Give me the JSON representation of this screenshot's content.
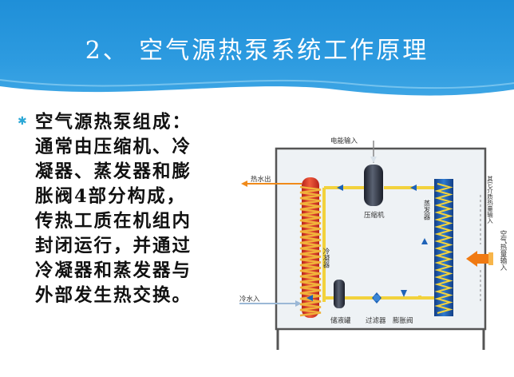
{
  "slide": {
    "title": "2、 空气源热泵系统工作原理",
    "body_lines": [
      "空气源热泵组成：",
      "通常由压缩机、冷",
      "凝器、蒸发器和膨",
      "胀阀4部分构成，",
      "传热工质在机组内",
      "封闭运行，并通过",
      "冷凝器和蒸发器与",
      "外部发生热交换。"
    ]
  },
  "diagram": {
    "labels": {
      "power_input": "电能输入",
      "hot_water_out": "热水出",
      "cold_water_in": "冷水入",
      "condenser": "冷凝器",
      "compressor": "压缩机",
      "evaporator": "蒸发器",
      "receiver": "储液罐",
      "filter": "过滤器",
      "expansion_valve": "膨胀阀",
      "other_heat_input": "其它介质热量输入",
      "air_heat_input": "空气热量输入"
    }
  },
  "colors": {
    "header_blue": "#2d9be0",
    "bullet": "#2aa7d6",
    "pipe_yellow": "#f2d23c",
    "coil_orange": "#e8a23a",
    "tank_red": "#d83a2a",
    "evap_blue": "#1e63b8",
    "arrow_orange": "#f07a12"
  }
}
